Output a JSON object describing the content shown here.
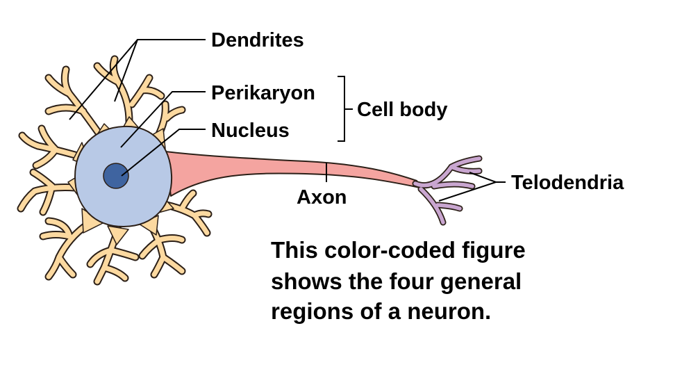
{
  "labels": {
    "dendrites": "Dendrites",
    "perikaryon": "Perikaryon",
    "nucleus": "Nucleus",
    "cell_body": "Cell body",
    "axon": "Axon",
    "telodendria": "Telodendria"
  },
  "caption": {
    "line1": "This color-coded figure",
    "line2": "shows the four general",
    "line3": "regions of a neuron."
  },
  "colors": {
    "dendrites": "#fcd9a0",
    "cell_body": "#b8c9e6",
    "nucleus": "#3f64a0",
    "axon": "#f4a4a0",
    "telodendria": "#c9a6d0",
    "outline": "#2b1f17"
  }
}
